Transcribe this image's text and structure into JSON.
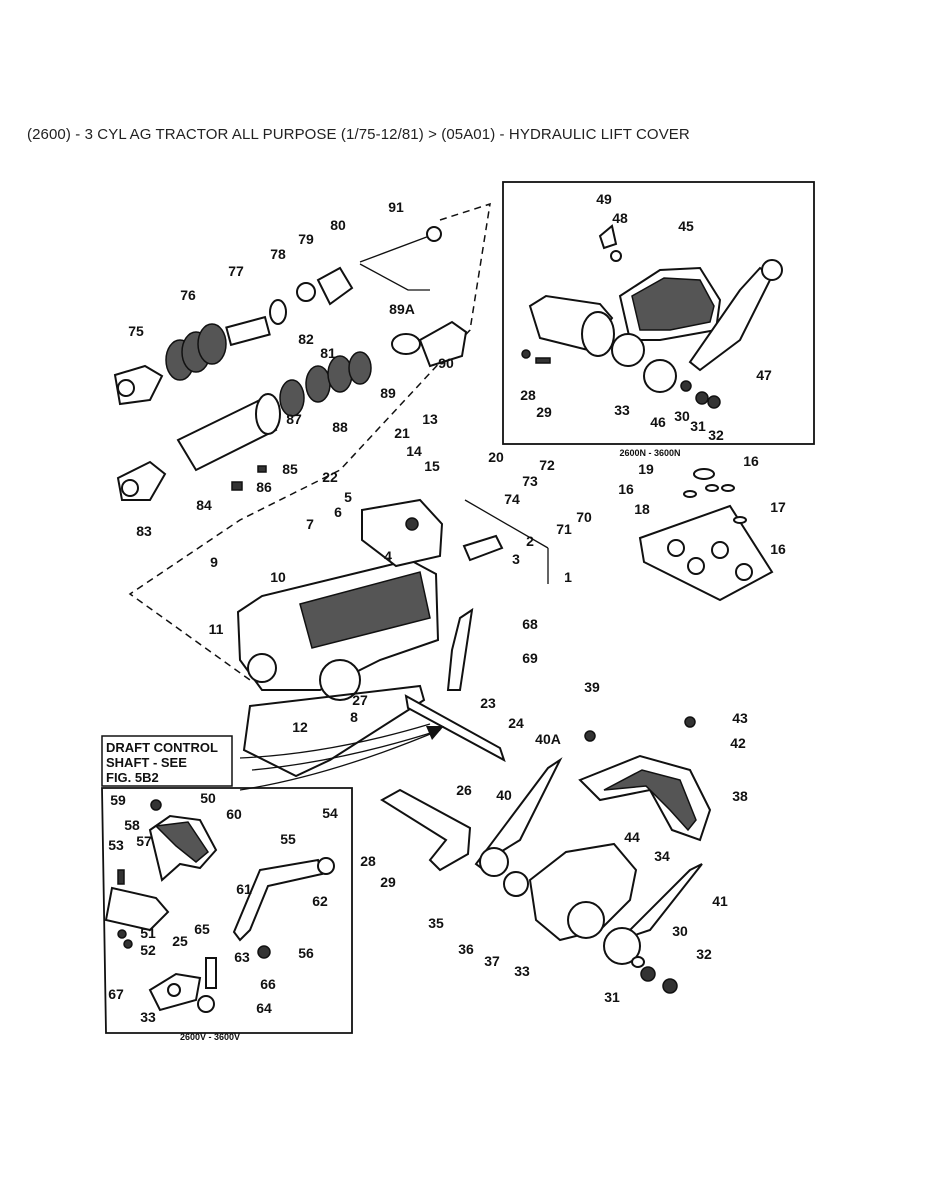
{
  "page_title": "(2600) - 3 CYL AG TRACTOR ALL PURPOSE (1/75-12/81) > (05A01) - HYDRAULIC LIFT COVER",
  "inset_captions": {
    "top_right": "2600N - 3600N",
    "bottom_left": "2600V - 3600V"
  },
  "note": {
    "line1": "DRAFT CONTROL",
    "line2": "SHAFT  -  SEE",
    "line3": "FIG.  5B2"
  },
  "callouts": [
    "91",
    "80",
    "79",
    "78",
    "77",
    "76",
    "75",
    "89A",
    "82",
    "81",
    "90",
    "89",
    "87",
    "88",
    "83",
    "84",
    "86",
    "85",
    "13",
    "21",
    "14",
    "15",
    "22",
    "20",
    "5",
    "6",
    "7",
    "4",
    "9",
    "10",
    "11",
    "12",
    "8",
    "2",
    "3",
    "1",
    "72",
    "73",
    "74",
    "71",
    "70",
    "68",
    "69",
    "27",
    "23",
    "24",
    "40A",
    "39",
    "43",
    "42",
    "38",
    "26",
    "40",
    "28",
    "29",
    "35",
    "36",
    "37",
    "34",
    "44",
    "33",
    "41",
    "30",
    "32",
    "31",
    "49",
    "48",
    "45",
    "47",
    "28",
    "29",
    "33",
    "46",
    "30",
    "31",
    "32",
    "19",
    "16",
    "16",
    "17",
    "18",
    "16",
    "59",
    "50",
    "58",
    "57",
    "53",
    "60",
    "55",
    "54",
    "61",
    "62",
    "51",
    "52",
    "25",
    "65",
    "56",
    "63",
    "66",
    "67",
    "33",
    "64"
  ]
}
